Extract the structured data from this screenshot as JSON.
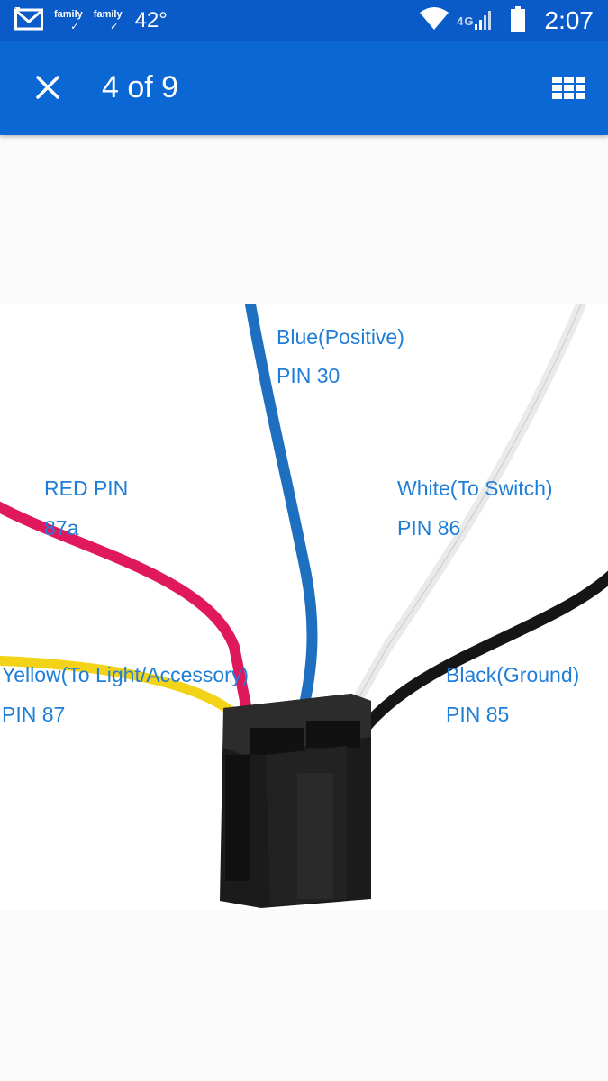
{
  "status_bar": {
    "notifications": [
      "family",
      "family"
    ],
    "check_mark": "✓",
    "temperature": "42°",
    "network": "4G",
    "time": "2:07"
  },
  "app_bar": {
    "counter": "4 of 9"
  },
  "colors": {
    "app_bar": "#0b67d4",
    "status_bar": "#0a5ac8",
    "label_text": "#1f7ed8"
  },
  "photo": {
    "labels": {
      "blue_name": "Blue(Positive)",
      "blue_pin": "PIN 30",
      "red_name": "RED PIN",
      "red_pin": "87a",
      "white_name": "White(To Switch)",
      "white_pin": "PIN 86",
      "yellow_name": "Yellow(To Light/Accessory)",
      "yellow_pin": "PIN 87",
      "black_name": "Black(Ground)",
      "black_pin": "PIN 85"
    }
  }
}
